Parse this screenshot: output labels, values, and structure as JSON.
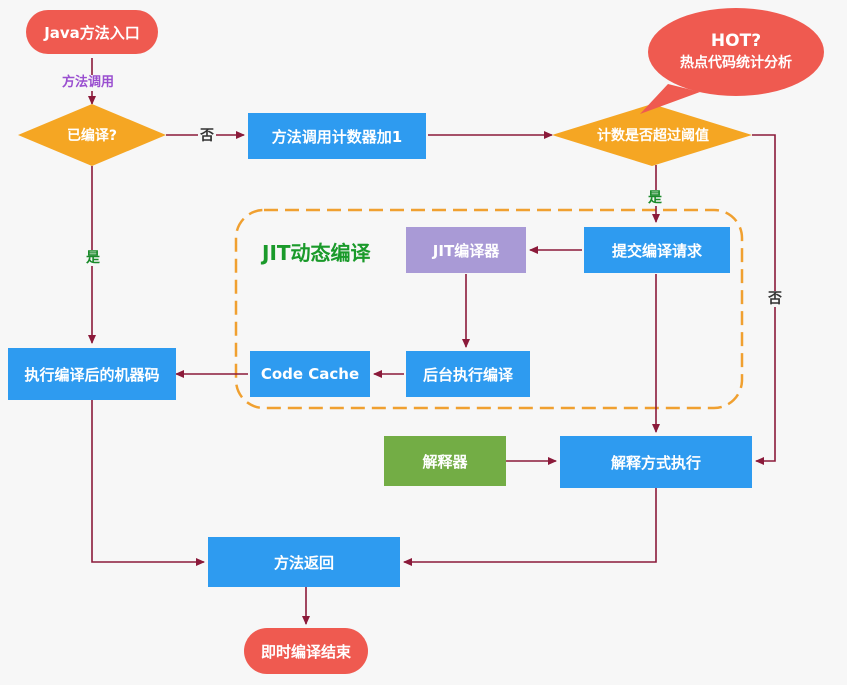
{
  "nodes": {
    "start": "Java方法入口",
    "method_call_label": "方法调用",
    "compiled_check": "已编译?",
    "counter_add": "方法调用计数器加1",
    "threshold_check": "计数是否超过阈值",
    "hot_line1": "HOT?",
    "hot_line2": "热点代码统计分析",
    "jit_area_title": "JIT动态编译",
    "jit_compiler": "JIT编译器",
    "submit_request": "提交编译请求",
    "background_compile": "后台执行编译",
    "code_cache": "Code Cache",
    "exec_compiled": "执行编译后的机器码",
    "interpreter": "解释器",
    "interpret_exec": "解释方式执行",
    "method_return": "方法返回",
    "end": "即时编译结束"
  },
  "edge_labels": {
    "no_1": "否",
    "yes_1": "是",
    "yes_2": "是",
    "no_2": "否"
  },
  "colors": {
    "flow_arrow": "#8b1a3a",
    "node_blue": "#2e9bf0",
    "decision_orange": "#f5a623",
    "start_end_red": "#ef5a50",
    "jit_compiler_purple": "#a99ad6",
    "interpreter_green": "#73ad45",
    "jit_border_orange": "#f0a030",
    "jit_title_green": "#1a9a2a",
    "method_call_purple": "#9a4fd0",
    "yes_green": "#1a8a2a",
    "no_dark": "#333333"
  }
}
